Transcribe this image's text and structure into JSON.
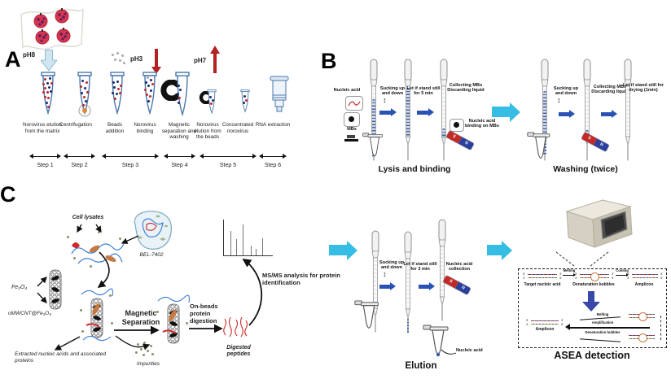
{
  "panelA": {
    "label": "A",
    "ph8": "pH8",
    "ph3": "pH3",
    "ph7": "pH7",
    "captions": [
      "Norovirus elution from the matrix",
      "Centrifugation",
      "Beads addition",
      "Norovirus binding",
      "Magnetic separation and washing",
      "Norovirus elution from the beads",
      "Concentrated norovirus",
      "RNA extraction"
    ],
    "steps": [
      "Step 1",
      "Step 2",
      "Step 3",
      "Step 4",
      "Step 5",
      "Step 6"
    ],
    "dots": {
      "t1": [
        [
          6,
          8,
          "r"
        ],
        [
          12,
          7,
          "n"
        ],
        [
          4,
          14,
          "r"
        ],
        [
          9,
          13,
          "n"
        ],
        [
          14,
          13,
          "r"
        ],
        [
          6,
          19,
          "r"
        ],
        [
          11,
          18,
          "n"
        ],
        [
          4,
          24,
          "r"
        ],
        [
          9,
          24,
          "r"
        ],
        [
          13,
          23,
          "n"
        ],
        [
          6,
          30,
          "r"
        ],
        [
          10,
          31,
          "r"
        ],
        [
          8,
          37,
          "n"
        ],
        [
          10,
          42,
          "r"
        ]
      ],
      "t2": [
        [
          7,
          10,
          "n"
        ],
        [
          12,
          12,
          "r"
        ],
        [
          5,
          17,
          "r"
        ],
        [
          10,
          19,
          "n"
        ],
        [
          13,
          24,
          "r"
        ],
        [
          6,
          25,
          "n"
        ],
        [
          9,
          30,
          "r"
        ],
        [
          11,
          35,
          "n"
        ],
        [
          8,
          40,
          "r"
        ]
      ],
      "t3": [
        [
          5,
          12,
          "n"
        ],
        [
          10,
          11,
          "n"
        ],
        [
          14,
          16,
          "r"
        ],
        [
          6,
          18,
          "n"
        ],
        [
          11,
          20,
          "r"
        ],
        [
          4,
          25,
          "n"
        ],
        [
          9,
          26,
          "n"
        ],
        [
          13,
          25,
          "r"
        ],
        [
          7,
          32,
          "r"
        ]
      ],
      "t4": [
        [
          7,
          6,
          "g"
        ],
        [
          11,
          9,
          "n"
        ],
        [
          5,
          12,
          "n"
        ],
        [
          13,
          14,
          "r"
        ],
        [
          8,
          16,
          "n"
        ],
        [
          4,
          21,
          "r"
        ],
        [
          11,
          22,
          "n"
        ],
        [
          6,
          27,
          "r"
        ],
        [
          10,
          29,
          "r"
        ],
        [
          8,
          35,
          "n"
        ]
      ],
      "t5": [
        [
          5,
          16,
          "n"
        ],
        [
          7,
          21,
          "n"
        ],
        [
          4,
          26,
          "n"
        ],
        [
          6,
          31,
          "r"
        ],
        [
          5,
          37,
          "n"
        ]
      ],
      "s1": [
        [
          4,
          8,
          "n"
        ],
        [
          7,
          12,
          "n"
        ],
        [
          5,
          16,
          "r"
        ]
      ],
      "s2": [
        [
          5,
          7,
          "n"
        ],
        [
          7,
          12,
          "r"
        ],
        [
          4,
          15,
          "n"
        ]
      ],
      "beads": [
        [
          2,
          2,
          "g"
        ],
        [
          8,
          0,
          "g"
        ],
        [
          14,
          3,
          "g"
        ],
        [
          5,
          8,
          "g"
        ],
        [
          11,
          9,
          "g"
        ],
        [
          16,
          12,
          "g"
        ]
      ]
    }
  },
  "panelB": {
    "label": "B",
    "lysis_title": "Lysis and binding",
    "washing_title": "Washing (twice)",
    "nucleic_acid": "Nucleic acid",
    "mbs": "MBs",
    "sucking": "Sucking up and down",
    "stand5": "Let if stand still for 5 min",
    "collect": "Collecting MBs Discarding liquid",
    "binding_on": "Nucleic acid binding on MBs",
    "sucking2": "Sucking up and down",
    "collect2": "Collecting MBs Discarding liquid",
    "drying": "Let if stand still for drying (1min)",
    "updown": "↕"
  },
  "panelC": {
    "label": "C",
    "cell_lysates": "Cell lysates",
    "bel": "BEL-7402",
    "fe3o4": "Fe₃O₄",
    "omwcnt": "oMWCNT@Fe₃O₄",
    "magnetic_sep": "Magnetic Separation",
    "extracted": "Extracted nucleic acids and associated proteins",
    "impurities": "Impurities",
    "onbeads": "On-beads protein digestion",
    "digested": "Digested peptides",
    "msms": "MS/MS analysis for protein identification",
    "spectrum": {
      "type": "ms-peaks",
      "peaks": [
        [
          8,
          30
        ],
        [
          15,
          20
        ],
        [
          23,
          38
        ],
        [
          33,
          12
        ],
        [
          39,
          8
        ],
        [
          47,
          21
        ]
      ]
    },
    "dots": {
      "lysate": [
        [
          2,
          8,
          "o"
        ],
        [
          40,
          2,
          "o"
        ],
        [
          66,
          10,
          "o"
        ],
        [
          10,
          34,
          "o"
        ],
        [
          58,
          36,
          "o"
        ],
        [
          30,
          44,
          "o"
        ]
      ],
      "impur": [
        [
          6,
          2,
          "o"
        ],
        [
          14,
          0,
          "o"
        ],
        [
          22,
          4,
          "o"
        ],
        [
          10,
          8,
          "o"
        ],
        [
          18,
          10,
          "o"
        ],
        [
          4,
          12,
          "o"
        ],
        [
          13,
          15,
          "o"
        ],
        [
          24,
          14,
          "o"
        ]
      ],
      "cplx1": [
        [
          0,
          28,
          "o"
        ],
        [
          36,
          10,
          "o"
        ],
        [
          38,
          44,
          "o"
        ],
        [
          2,
          54,
          "o"
        ]
      ],
      "cplx2": [
        [
          0,
          20,
          "o"
        ],
        [
          36,
          34,
          "o"
        ]
      ]
    }
  },
  "elution": {
    "title": "Elution",
    "sucking": "Sucking up and down",
    "stand3": "Let if stand still for 3 min",
    "collection": "Nucleic acid collection",
    "nucleic_acid": "Nucleic acid",
    "updown": "↕"
  },
  "asea": {
    "title": "ASEA detection",
    "melting": "Melting",
    "cooling": "Cooling",
    "target": "Target nucleic acid",
    "denat": "Denaturation bubbles",
    "amplicon": "Amplicon",
    "melting2": "Melting",
    "amplification": "Amplification",
    "denat2": "Denaturation bubbles",
    "amplicon2": "Amplicon",
    "e5": "5'",
    "e3": "3'"
  },
  "magnet": {
    "s": "S",
    "n": "N"
  },
  "colors": {
    "cyan_arrow": "#35bde4",
    "blue_arrow": "#2a52b5",
    "red_arrow": "#b22222",
    "tube_outline": "#4a78ad",
    "magnet_red": "#c22a28",
    "magnet_blue": "#2a3f9e",
    "norovirus_red": "#c0272d",
    "norovirus_navy": "#1c2a6e"
  }
}
